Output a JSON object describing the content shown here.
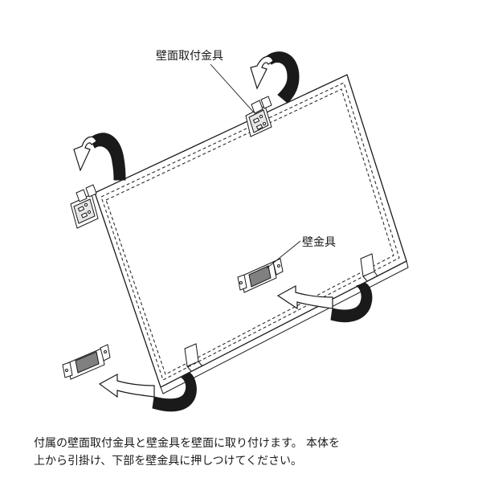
{
  "labels": {
    "top_bracket": "壁面取付金具",
    "wall_bracket": "壁金具"
  },
  "caption": {
    "line1": "付属の壁面取付金具と壁金具を壁面に取り付けます。 本体を",
    "line2": "上から引掛け、下部を壁金具に押しつけてください。"
  },
  "colors": {
    "ink": "#1a1a1a",
    "arrow_fill": "#ffffff",
    "band_fill": "#1a1a1a",
    "pad_fill": "#808080"
  }
}
